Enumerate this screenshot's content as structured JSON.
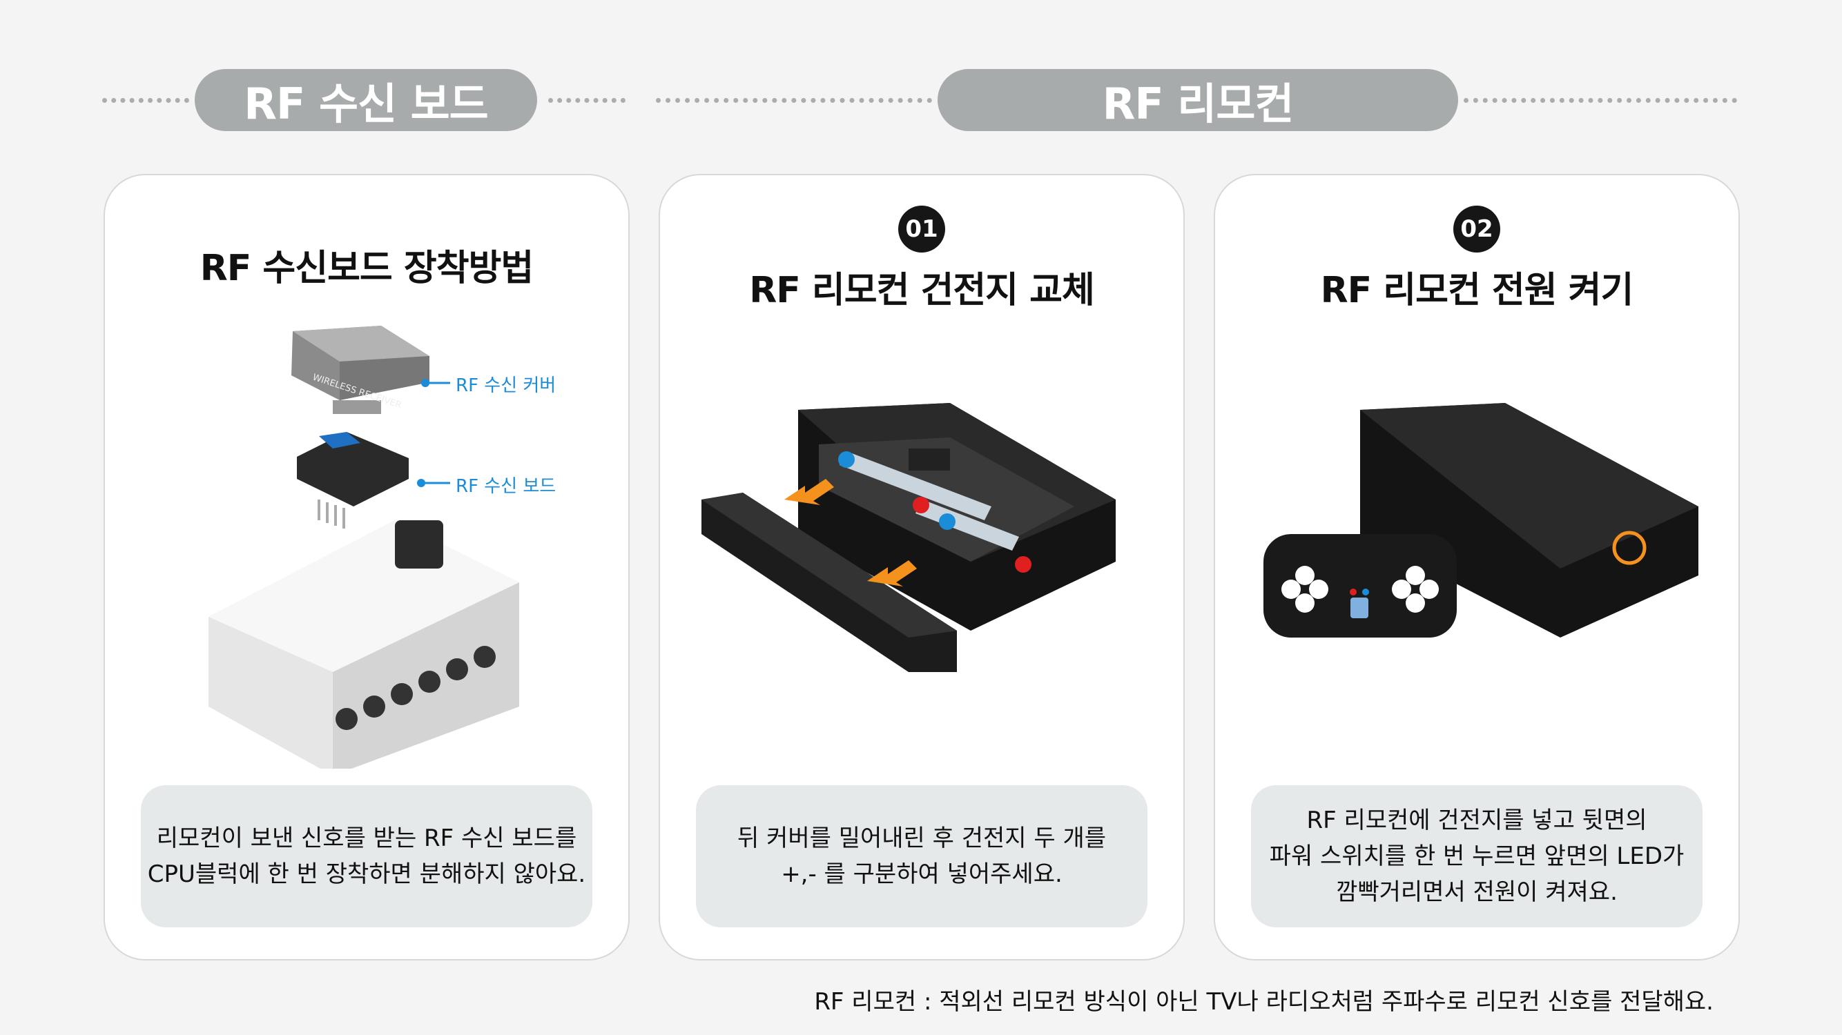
{
  "headers": {
    "left": "RF 수신 보드",
    "right": "RF 리모컨"
  },
  "cards": [
    {
      "title": "RF 수신보드 장착방법",
      "labels": [
        "RF 수신 커버",
        "RF 수신 보드"
      ],
      "desc": [
        "리모컨이 보낸 신호를 받는 RF 수신 보드를",
        "CPU블럭에 한 번 장착하면 분해하지 않아요."
      ]
    },
    {
      "number": "01",
      "title": "RF 리모컨 건전지 교체",
      "desc": [
        "뒤 커버를 밀어내린 후 건전지 두 개를",
        "+,- 를 구분하여 넣어주세요."
      ]
    },
    {
      "number": "02",
      "title": "RF 리모컨 전원 켜기",
      "desc": [
        "RF 리모컨에 건전지를 넣고 뒷면의",
        "파워 스위치를 한 번 누르면 앞면의 LED가",
        "깜빡거리면서 전원이 켜져요."
      ]
    }
  ],
  "footnote": "RF 리모컨 : 적외선 리모컨 방식이 아닌 TV나 라디오처럼 주파수로 리모컨 신호를 전달해요.",
  "colors": {
    "pill": "#a7abac",
    "accent_blue": "#1b8cd8",
    "arrow_orange": "#f5921e",
    "plus_red": "#e02020",
    "minus_blue": "#1b8cd8"
  }
}
